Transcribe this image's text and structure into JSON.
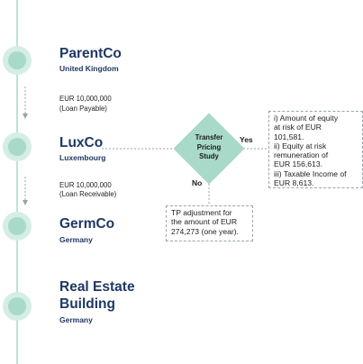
{
  "entities": [
    {
      "name": "ParentCo",
      "location": "United Kingdom"
    },
    {
      "name": "LuxCo",
      "location": "Luxembourg"
    },
    {
      "name": "GermCo",
      "location": "Germany"
    },
    {
      "name": "Real Estate Building",
      "name_lines": [
        "Real Estate",
        "Building"
      ],
      "location": "Germany"
    }
  ],
  "loans": [
    {
      "amount": "EUR 10,000,000",
      "type": "(Loan Payable)"
    },
    {
      "amount": "EUR 10,000,000",
      "type": "(Loan Receivable)"
    }
  ],
  "decision": {
    "label_lines": [
      "Transfer",
      "Pricing",
      "Study"
    ],
    "yes_label": "Yes",
    "no_label": "No"
  },
  "yes_box": {
    "lines": [
      "i) Amount of equity",
      "at risk of EUR",
      "101,581.",
      "ii)  Equity at risk",
      "remuneration of",
      "EUR 156,613.",
      "iii) Taxable Income of",
      "EUR 8,613."
    ]
  },
  "no_box": {
    "lines": [
      "TP  adjustment  for",
      "the amount of EUR",
      "274,273 (one year)."
    ]
  },
  "colors": {
    "timeline": "#a9d9c9",
    "node_fill": "#a9d9c9",
    "entity_text": "#1f3864",
    "dashed": "#9aa3a8"
  }
}
